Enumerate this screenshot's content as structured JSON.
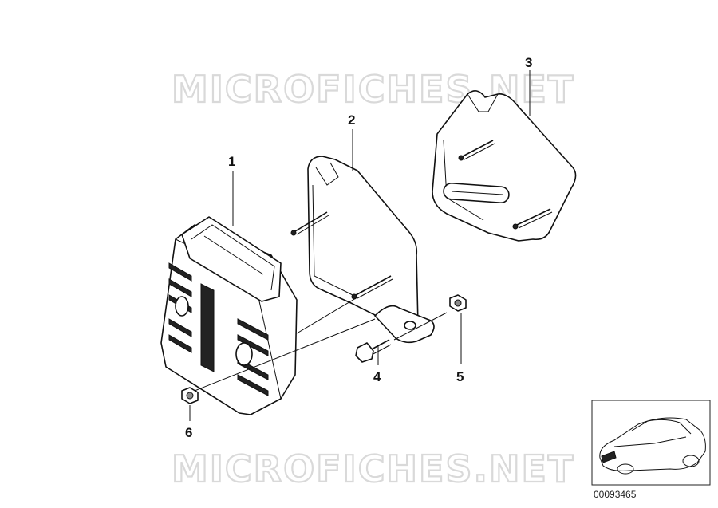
{
  "watermark": {
    "top": "MICROFICHES.NET",
    "bottom": "MICROFICHES.NET"
  },
  "callouts": {
    "part1": "1",
    "part2": "2",
    "part3": "3",
    "part4": "4",
    "part5": "5",
    "part6": "6"
  },
  "thumbnail": {
    "reference_number": "00093465",
    "icon": "car-outline-icon"
  }
}
